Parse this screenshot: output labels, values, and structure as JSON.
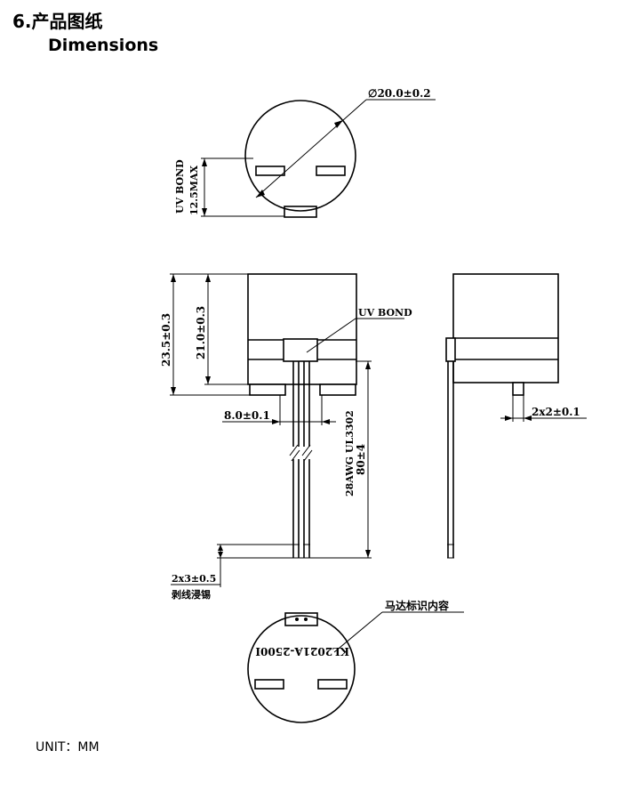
{
  "header": {
    "title": "6.产品图纸",
    "subtitle": "Dimensions"
  },
  "top_view": {
    "diameter": "∅20.0±0.2",
    "uv_bond": "UV BOND",
    "height": "12.5MAX"
  },
  "front_view": {
    "overall_height": "23.5±0.3",
    "body_height": "21.0±0.3",
    "uv_bond": "UV BOND",
    "pin_spacing": "8.0±0.1",
    "wire_spec": "28AWG UL3302",
    "wire_length": "80±4",
    "strip_length": "2x3±0.5",
    "strip_note": "剥线浸锡"
  },
  "side_view": {
    "pin_size": "2x2±0.1"
  },
  "bottom_view": {
    "marking_label": "马达标识内容",
    "marking_text": "KL2021A-2500I"
  },
  "footer": {
    "unit": "UNIT：MM"
  }
}
